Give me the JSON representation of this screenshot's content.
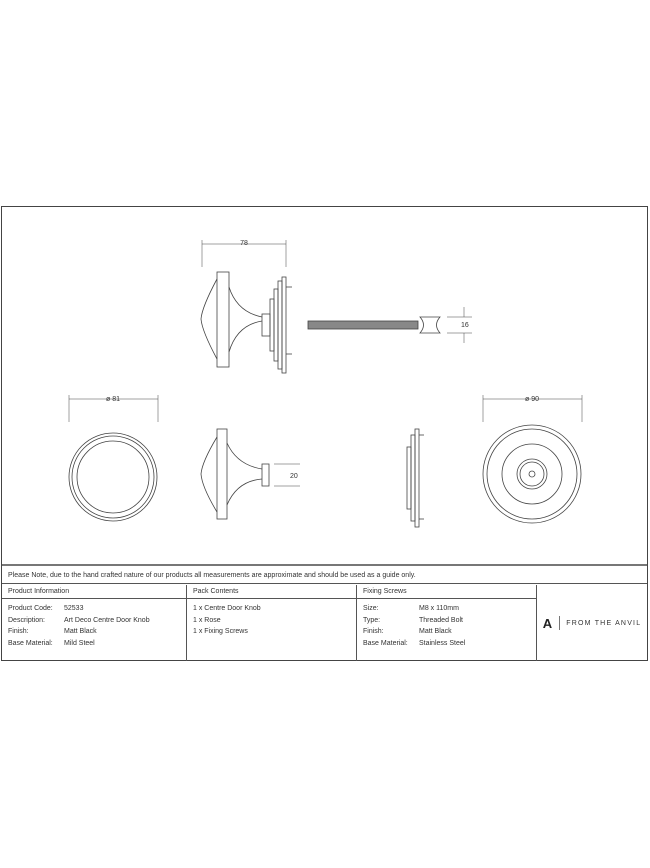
{
  "dimensions": {
    "knob_depth": "78",
    "bolt_head": "16",
    "knob_diameter": "ø 81",
    "neck": "20",
    "rose_diameter": "ø 90"
  },
  "note": "Please Note, due to the hand crafted nature of our products all measurements are approximate and should be used as a guide only.",
  "product_info": {
    "title": "Product Information",
    "rows": [
      {
        "k": "Product Code:",
        "v": "52533"
      },
      {
        "k": "Description:",
        "v": "Art Deco Centre Door Knob"
      },
      {
        "k": "Finish:",
        "v": "Matt Black"
      },
      {
        "k": "Base Material:",
        "v": "Mild Steel"
      }
    ]
  },
  "pack_contents": {
    "title": "Pack Contents",
    "items": [
      "1 x Centre Door Knob",
      "1 x Rose",
      "1 x Fixing Screws"
    ]
  },
  "fixing_screws": {
    "title": "Fixing Screws",
    "rows": [
      {
        "k": "Size:",
        "v": "M8 x 110mm"
      },
      {
        "k": "Type:",
        "v": "Threaded Bolt"
      },
      {
        "k": "Finish:",
        "v": "Matt Black"
      },
      {
        "k": "Base Material:",
        "v": "Stainless Steel"
      }
    ]
  },
  "brand": {
    "name": "FROM THE ANVIL",
    "logo_letter": "A"
  }
}
